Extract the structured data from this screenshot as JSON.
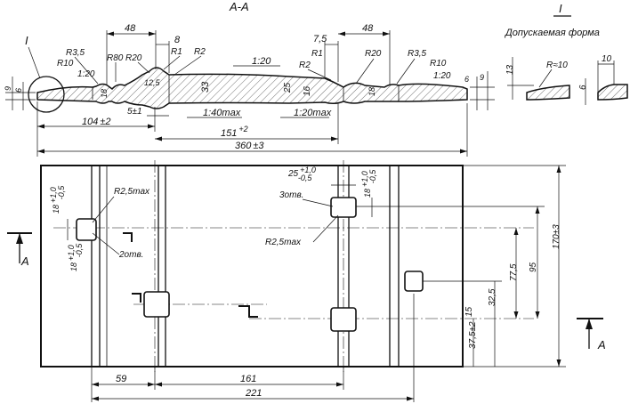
{
  "section_title": "A-A",
  "detail": {
    "label": "I",
    "caption": "Допускаемая форма",
    "radius": "R≈10",
    "dims": {
      "height": "13",
      "width": "10",
      "thick": "6"
    }
  },
  "section_view": {
    "marker": "I",
    "radii": [
      "R3,5",
      "R10",
      "R80",
      "R20",
      "R1",
      "R2",
      "R2",
      "R1",
      "R20",
      "R3,5",
      "R10"
    ],
    "slopes": [
      "1:20",
      "1:20",
      "1:20",
      "1:40max",
      "1:20max"
    ],
    "dims": {
      "top_48_left": "48",
      "top_8": "8",
      "top_7_5": "7,5",
      "top_48_right": "48",
      "h_9_left": "9",
      "h_6_left": "6",
      "h_18_left": "18",
      "h_12_5": "12,5",
      "h_33": "33",
      "h_25": "25",
      "h_16": "16",
      "h_18_right": "18",
      "h_6_right": "6",
      "h_9_right": "9",
      "d_104": "104",
      "d_104_tol": "±2",
      "d_5": "5±1",
      "d_151": "151",
      "d_151_tol": "+2",
      "d_360": "360",
      "d_360_tol": "±3"
    }
  },
  "plan_view": {
    "section_mark": "A",
    "notes": {
      "r25_left": "R2,5max",
      "holes_left": "2отв.",
      "holes_right": "3отв.",
      "r25_right": "R2,5max"
    },
    "dims": {
      "top_25": "25",
      "top_25_tol_up": "+1,0",
      "top_25_tol_dn": "-0,5",
      "v_18_right": "18",
      "v_18_right_tol_up": "+1,0",
      "v_18_right_tol_dn": "-0,5",
      "v_18_left_a": "18",
      "v_18_left_a_tol_up": "+1,0",
      "v_18_left_a_tol_dn": "-0,5",
      "v_18_left_b": "18",
      "v_18_left_b_tol_up": "+1,0",
      "v_18_left_b_tol_dn": "-0,5",
      "v_77_5": "77,5",
      "v_95": "95",
      "v_170": "170±3",
      "v_32_5": "32,5",
      "v_15": "15",
      "v_37_5": "37,5±2",
      "b_59": "59",
      "b_161": "161",
      "b_221": "221"
    }
  }
}
